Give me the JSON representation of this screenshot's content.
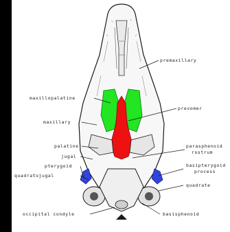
{
  "figure": {
    "labels": {
      "premaxillary": "premaxillary",
      "maxillopalatine": "maxillopalatine",
      "prevomer": "prevomer",
      "maxillary": "maxillary",
      "palatine": "palatine",
      "parasphenoid_line1": "parasphenoid",
      "parasphenoid_line2": "rostrum",
      "jugal": "jugal",
      "basipterygoid_line1": "basipterygoid",
      "basipterygoid_line2": "process",
      "pterygoid": "pterygoid",
      "quadratojugal": "quadratojugal",
      "quadrate": "quadrate",
      "occipital_condyle": "occipital condyle",
      "basisphenoid": "basisphenoid"
    },
    "colors": {
      "background": "#000000",
      "paper": "#ffffff",
      "maxillopalatine": "#22e622",
      "prevomer": "#ee1111",
      "pterygoid": "#3344dd",
      "ink": "#1a1a1a"
    }
  }
}
